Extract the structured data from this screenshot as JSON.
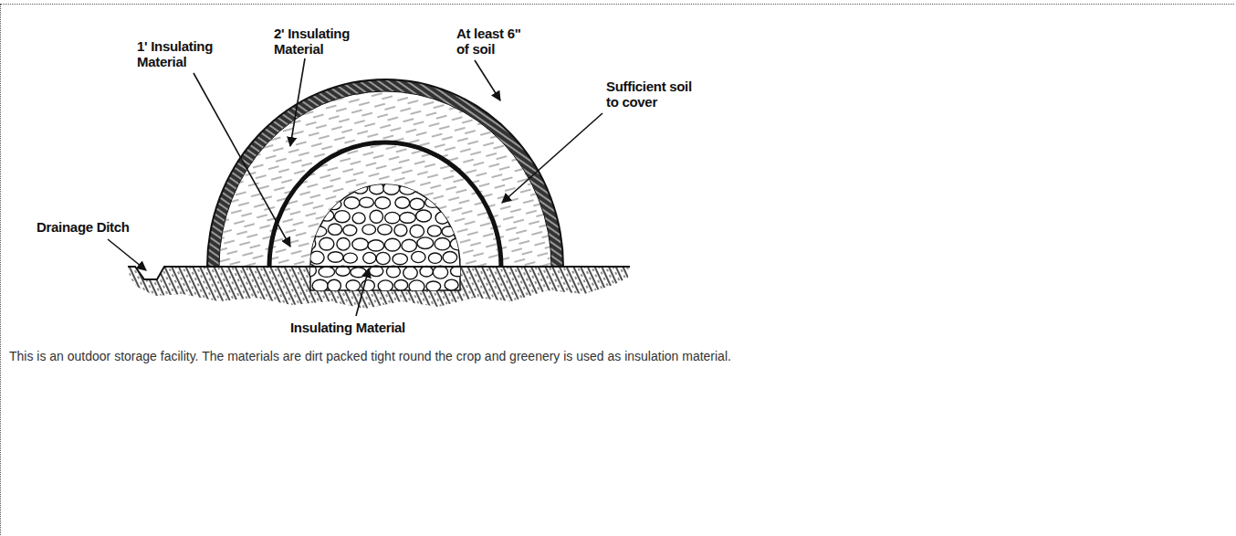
{
  "diagram": {
    "caption": "This is an outdoor storage facility.  The materials are dirt packed tight round the crop and greenery is used as insulation material.",
    "labels": [
      "1' Insulating Material",
      "2' Insulating Material",
      "At least 6\" of soil",
      "Sufficient soil to cover",
      "Drainage Ditch",
      "Insulating Material"
    ]
  }
}
